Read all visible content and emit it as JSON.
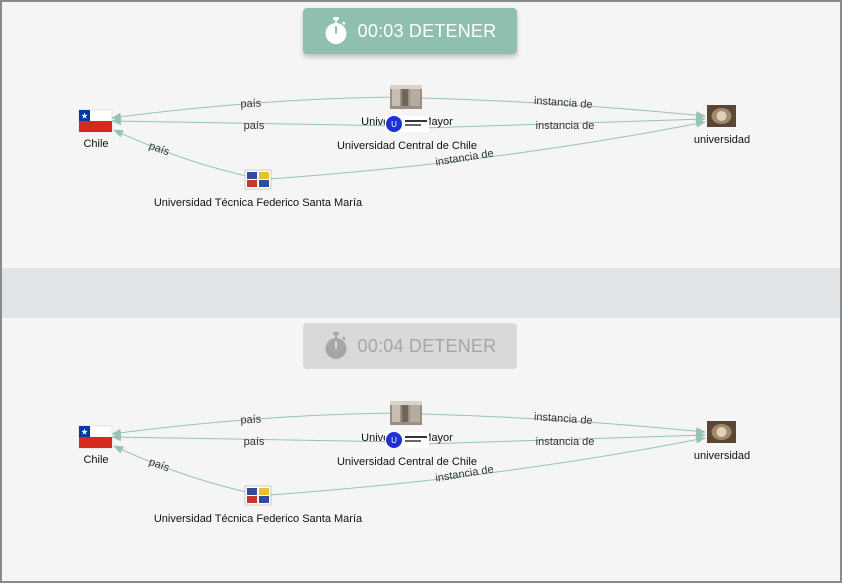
{
  "panels": [
    {
      "timer": {
        "label": "00:03 DETENER",
        "state": "active",
        "icon": "stopwatch-icon"
      },
      "nodes": {
        "chile": "Chile",
        "univ_mayor": "Universidad Mayor",
        "univ_central": "Universidad Central de Chile",
        "utfsm": "Universidad Técnica Federico Santa María",
        "universidad": "universidad"
      },
      "edges": {
        "pais": "país",
        "instancia": "instancia de"
      }
    },
    {
      "timer": {
        "label": "00:04 DETENER",
        "state": "inactive",
        "icon": "stopwatch-icon"
      },
      "nodes": {
        "chile": "Chile",
        "univ_mayor": "Universidad Mayor",
        "univ_central": "Universidad Central de Chile",
        "utfsm": "Universidad Técnica Federico Santa María",
        "universidad": "universidad"
      },
      "edges": {
        "pais": "país",
        "instancia": "instancia de"
      }
    }
  ],
  "colors": {
    "timer_active": "#8fbfad",
    "timer_inactive": "#d9d9d9",
    "edge": "#96c4b0",
    "separator": "#e1e4e7"
  }
}
